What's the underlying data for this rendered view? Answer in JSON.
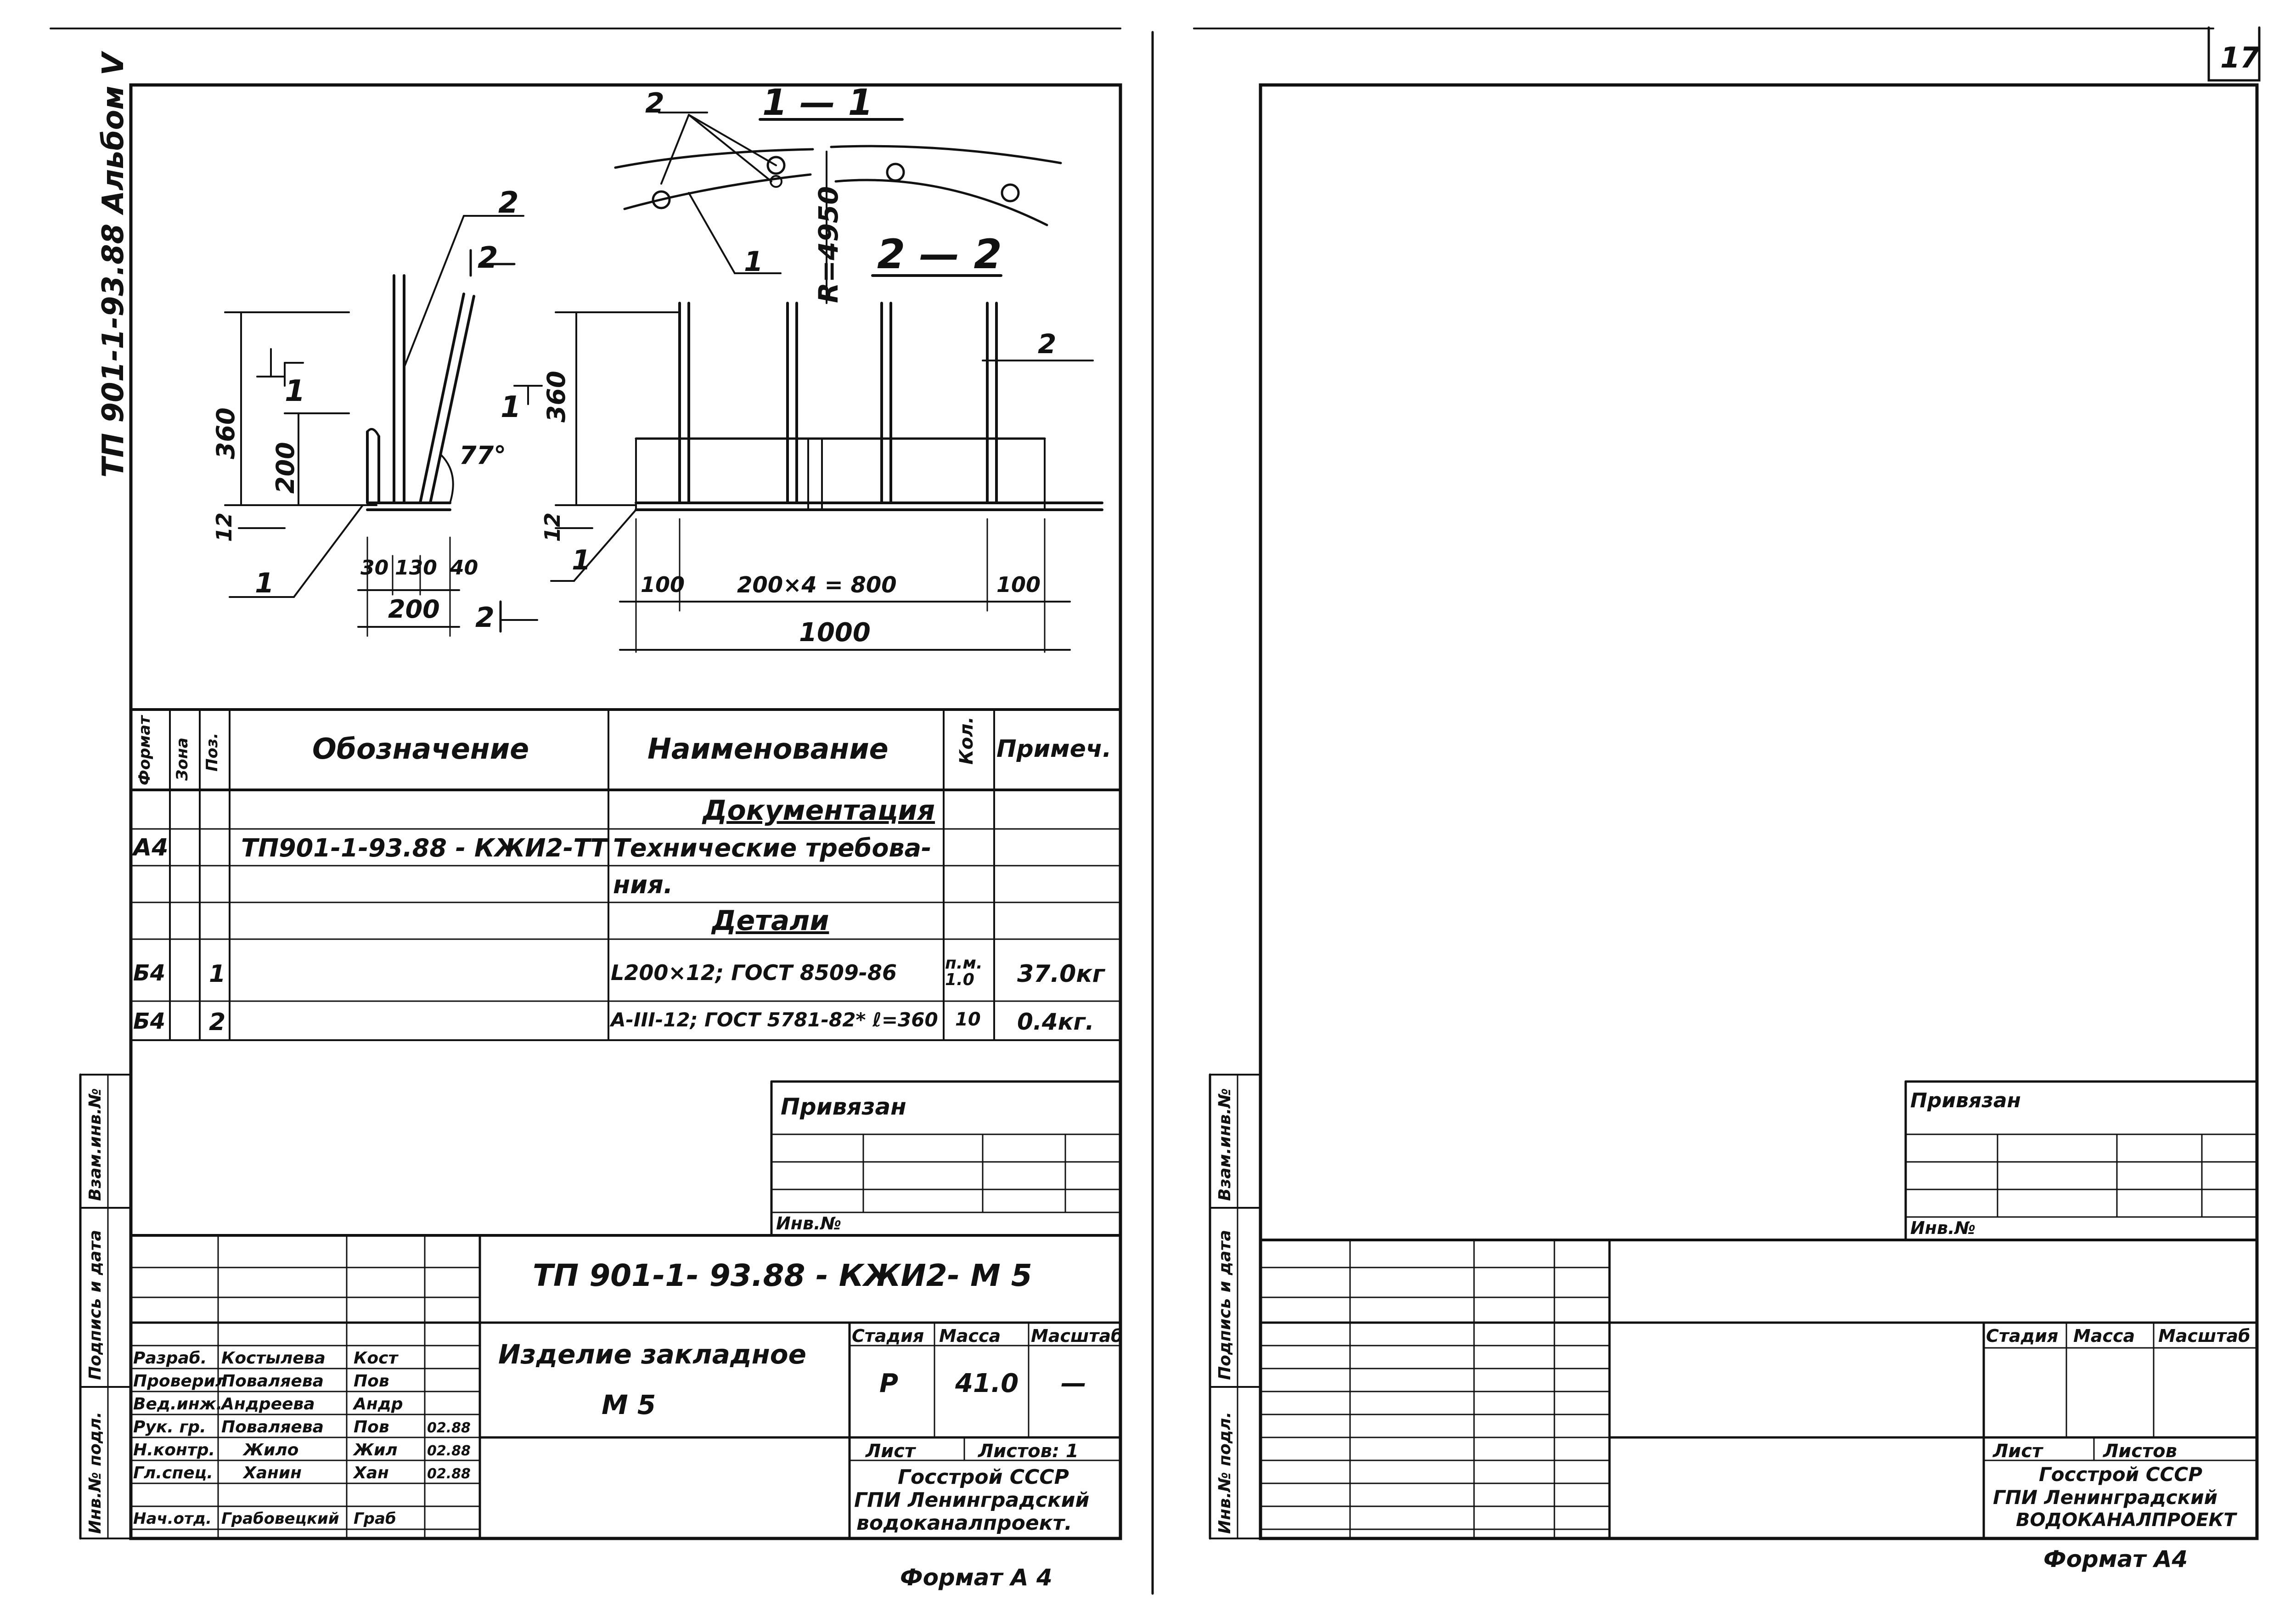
{
  "page_number": "17",
  "left_sheet": {
    "album_label": "ТП 901-1-93.88 Альбом V",
    "drawing": {
      "section_1_label": "1 — 1",
      "section_2_label": "2 — 2",
      "radius_label": "R=4950",
      "angle_label": "77°",
      "pos1": "1",
      "pos2": "2",
      "dim_360": "360",
      "dim_200": "200",
      "dim_12": "12",
      "dim_30": "30",
      "dim_130": "130",
      "dim_40": "40",
      "dim_100": "100",
      "dim_200x4": "200×4 = 800",
      "dim_1000": "1000",
      "cut_1": "1",
      "cut_2": "2"
    },
    "spec_table": {
      "headers": {
        "format": "Формат",
        "zone": "Зона",
        "pos": "Поз.",
        "designation": "Обозначение",
        "name": "Наименование",
        "qty": "Кол.",
        "note": "Примеч."
      },
      "rows": [
        {
          "format": "",
          "pos": "",
          "designation": "",
          "name": "Документация",
          "qty": "",
          "note": ""
        },
        {
          "format": "А4",
          "pos": "",
          "designation": "ТП901-1-93.88 - КЖИ2-ТТ",
          "name": "Технические требова-",
          "qty": "",
          "note": ""
        },
        {
          "format": "",
          "pos": "",
          "designation": "",
          "name": "ния.",
          "qty": "",
          "note": ""
        },
        {
          "format": "",
          "pos": "",
          "designation": "",
          "name": "Детали",
          "qty": "",
          "note": ""
        },
        {
          "format": "Б4",
          "pos": "1",
          "designation": "",
          "name": "L200×12; ГОСТ 8509-86",
          "qty": "п.м. 1.0",
          "note": "37.0кг"
        },
        {
          "format": "Б4",
          "pos": "2",
          "designation": "",
          "name": "А-III-12; ГОСТ 5781-82* ℓ=360",
          "qty": "10",
          "note": "0.4кг."
        }
      ]
    },
    "privyazan": "Привязан",
    "inv_no": "Инв.№",
    "side_labels": {
      "vzam": "Взам.инв.№",
      "podpis": "Подпись и дата",
      "inv_podl": "Инв.№ подл."
    },
    "title_block": {
      "doc_code": "ТП 901-1- 93.88 - КЖИ2- М 5",
      "item_name": "Изделие закладное",
      "item_mark": "М 5",
      "stage_h": "Стадия",
      "mass_h": "Масса",
      "scale_h": "Масштаб",
      "stage": "Р",
      "mass": "41.0",
      "scale": "—",
      "sheet_h": "Лист",
      "sheets_h": "Листов: 1",
      "org1": "Госстрой СССР",
      "org2": "ГПИ Ленинградский",
      "org3": "водоканалпроект.",
      "signers": [
        {
          "role": "Разраб.",
          "name": "Костылева",
          "sign": "Кост",
          "date": ""
        },
        {
          "role": "Проверил",
          "name": "Поваляева",
          "sign": "Пов",
          "date": ""
        },
        {
          "role": "Вед.инж.",
          "name": "Андреева",
          "sign": "Андр",
          "date": ""
        },
        {
          "role": "Рук. гр.",
          "name": "Поваляева",
          "sign": "Пов",
          "date": "02.88"
        },
        {
          "role": "Н.контр.",
          "name": "Жило",
          "sign": "Жил",
          "date": "02.88"
        },
        {
          "role": "Гл.спец.",
          "name": "Ханин",
          "sign": "Хан",
          "date": "02.88"
        },
        {
          "role": "Нач.отд.",
          "name": "Грабовецкий",
          "sign": "Граб",
          "date": ""
        }
      ]
    },
    "format": "Формат А 4"
  },
  "right_sheet": {
    "privyazan": "Привязан",
    "inv_no": "Инв.№",
    "side_labels": {
      "vzam": "Взам.инв.№",
      "podpis": "Подпись и дата",
      "inv_podl": "Инв.№ подл."
    },
    "title_block": {
      "stage_h": "Стадия",
      "mass_h": "Масса",
      "scale_h": "Масштаб",
      "sheet_h": "Лист",
      "sheets_h": "Листов",
      "org1": "Госстрой СССР",
      "org2": "ГПИ Ленинградский",
      "org3": "ВОДОКАНАЛПРОЕКТ"
    },
    "format": "Формат А4"
  }
}
